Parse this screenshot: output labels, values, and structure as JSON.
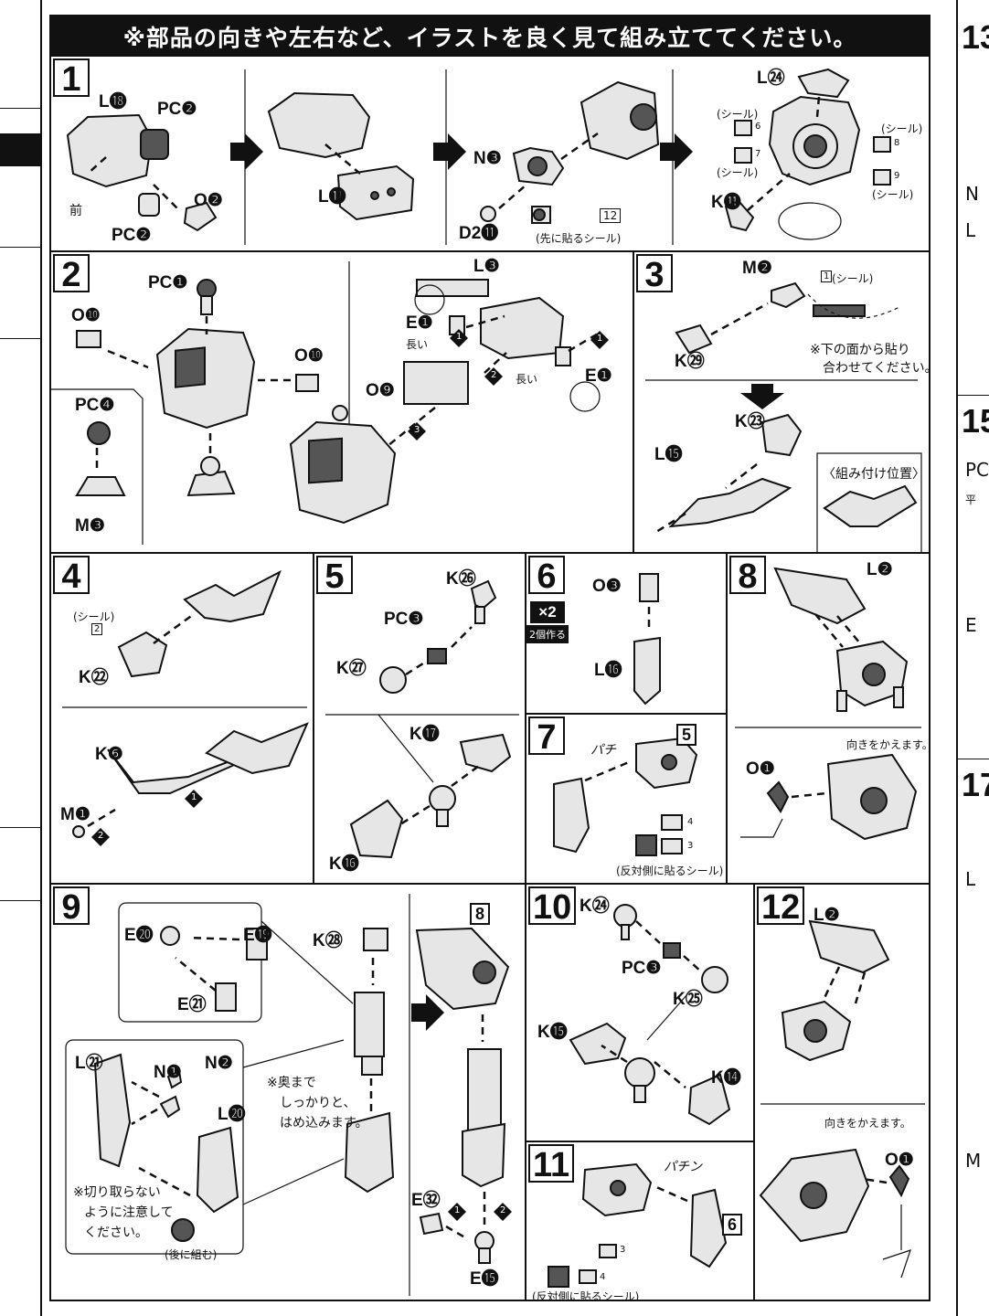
{
  "banner": "※部品の向きや左右など、イラストを良く見て組み立ててください。",
  "right_edge": {
    "numbers": [
      "13",
      "15",
      "17"
    ],
    "fragments": [
      "N",
      "L",
      "PC",
      "平",
      "E",
      "L",
      "M"
    ]
  },
  "steps": [
    {
      "num": "1",
      "labels": [
        "L⓲",
        "PC❷",
        "PC❷",
        "O❷",
        "L⓫",
        "N❸",
        "D2⓫",
        "L㉔",
        "K⓫"
      ],
      "notes": [
        "前",
        "(先に貼るシール)",
        "(シール)",
        "(シール)",
        "(シール)",
        "(シール)"
      ],
      "stickers": [
        "6",
        "7",
        "8",
        "9",
        "12"
      ]
    },
    {
      "num": "2",
      "labels": [
        "PC❶",
        "O❿",
        "O❿",
        "PC❹",
        "M❸",
        "L❸",
        "E❶",
        "E❶",
        "O❾"
      ],
      "notes": [
        "長い",
        "長い"
      ],
      "order": [
        "1",
        "1",
        "2",
        "3"
      ]
    },
    {
      "num": "3",
      "labels": [
        "M❷",
        "K㉙",
        "K㉓",
        "L⓯"
      ],
      "notes": [
        "(シール)",
        "※下の面から貼り",
        "合わせてください。",
        "〈組み付け位置〉"
      ],
      "stickers": [
        "1"
      ]
    },
    {
      "num": "4",
      "labels": [
        "K㉒",
        "K❻",
        "M❶"
      ],
      "notes": [
        "(シール)"
      ],
      "stickers": [
        "2"
      ],
      "order": [
        "1",
        "2"
      ]
    },
    {
      "num": "5",
      "labels": [
        "K㉖",
        "PC❸",
        "K㉗",
        "K⓱",
        "K⓰"
      ]
    },
    {
      "num": "6",
      "labels": [
        "O❸",
        "L⓰"
      ],
      "multiplier": "×2",
      "multiplier_note": "2個作る"
    },
    {
      "num": "7",
      "labels": [],
      "notes": [
        "パチ",
        "(反対側に貼るシール)"
      ],
      "stickers": [
        "4",
        "3"
      ],
      "ref": "5"
    },
    {
      "num": "8",
      "labels": [
        "L❷",
        "O❶"
      ],
      "notes": [
        "向きをかえます。"
      ]
    },
    {
      "num": "9",
      "labels": [
        "E⓴",
        "E⓳",
        "E㉑",
        "K㉘",
        "L㉑",
        "N❶",
        "N❷",
        "L⓴",
        "E㉜",
        "E⓯"
      ],
      "notes": [
        "※奥まで",
        "しっかりと、",
        "はめ込みます。",
        "※切り取らない",
        "ように注意して",
        "ください。",
        "(後に組む)"
      ],
      "ref": "8",
      "order": [
        "1",
        "2"
      ]
    },
    {
      "num": "10",
      "labels": [
        "K㉔",
        "PC❸",
        "K㉕",
        "K⓯",
        "K⓮"
      ]
    },
    {
      "num": "11",
      "labels": [],
      "notes": [
        "パチン",
        "(反対側に貼るシール)"
      ],
      "stickers": [
        "3",
        "4"
      ],
      "ref": "6"
    },
    {
      "num": "12",
      "labels": [
        "L❷",
        "O❶"
      ],
      "notes": [
        "向きをかえます。"
      ]
    }
  ]
}
